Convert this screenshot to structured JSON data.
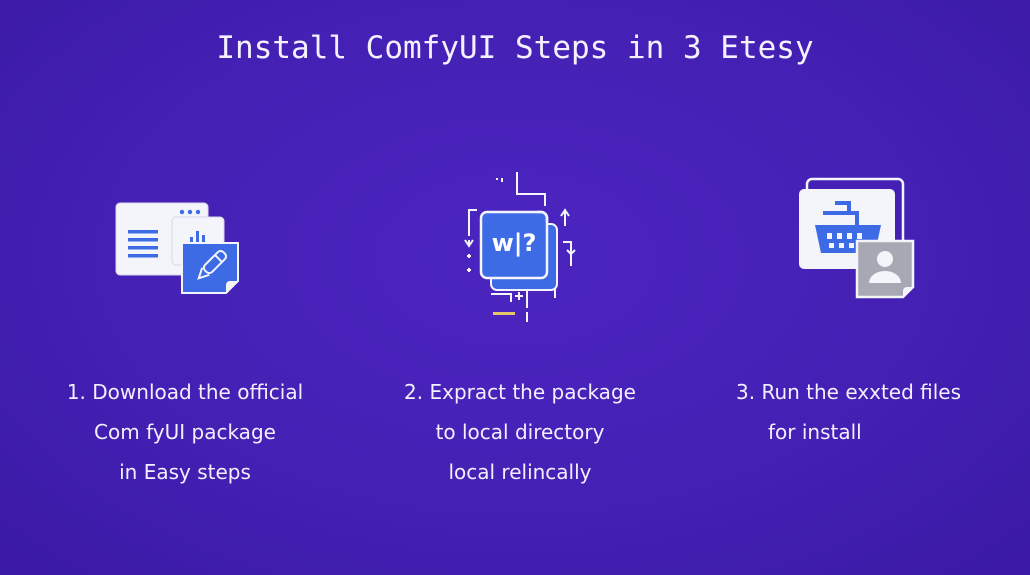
{
  "title": "Install ComfyUI Steps in 3 Etesy",
  "steps": [
    {
      "icon": "document-pen-icon",
      "lines": [
        "1.  Download the official",
        "Com fyUI package",
        "in Easy steps"
      ]
    },
    {
      "icon": "package-extract-icon",
      "icon_text": "w|?",
      "lines": [
        "2. Expract the package",
        "to local directory",
        "local relincally"
      ]
    },
    {
      "icon": "basket-user-icon",
      "lines": [
        "3.  Run the exxted files",
        "for install"
      ]
    }
  ],
  "colors": {
    "background": "#4420b4",
    "accent_blue": "#3d6be6",
    "card_white": "#f4f4fb",
    "gray": "#a8a8b4",
    "gold": "#e6c46a"
  }
}
